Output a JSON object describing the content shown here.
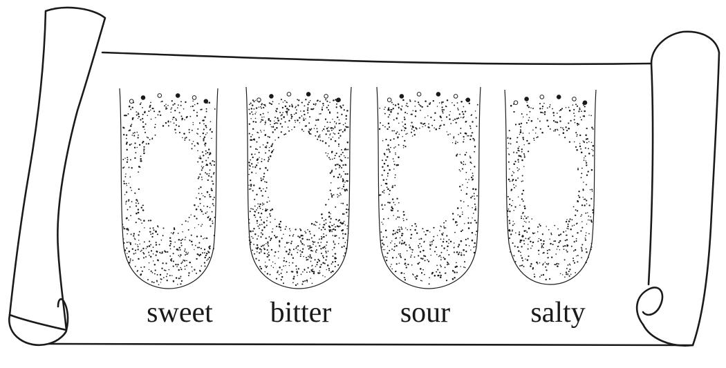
{
  "diagram": {
    "tongues": [
      {
        "id": "sweet",
        "label": "sweet",
        "density": 1.0
      },
      {
        "id": "bitter",
        "label": "bitter",
        "density": 1.35
      },
      {
        "id": "sour",
        "label": "sour",
        "density": 1.0
      },
      {
        "id": "salty",
        "label": "salty",
        "density": 0.85
      }
    ],
    "ink_color": "#1a1a1a",
    "paper_color": "#ffffff"
  }
}
